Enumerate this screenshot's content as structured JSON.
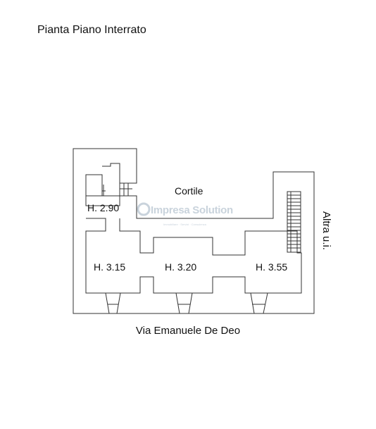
{
  "title": "Pianta Piano Interrato",
  "labels": {
    "courtyard": "Cortile",
    "room_small": "H. 2.90",
    "room_left": "H. 3.15",
    "room_center": "H. 3.20",
    "room_right": "H. 3.55",
    "street": "Via Emanuele De Deo",
    "adjacent": "Altra u.i."
  },
  "watermark": {
    "brand": "Impresa Solution",
    "tagline": "Immobiliare · Servizi · Consulenza",
    "color": "#c9d3dc"
  }
}
